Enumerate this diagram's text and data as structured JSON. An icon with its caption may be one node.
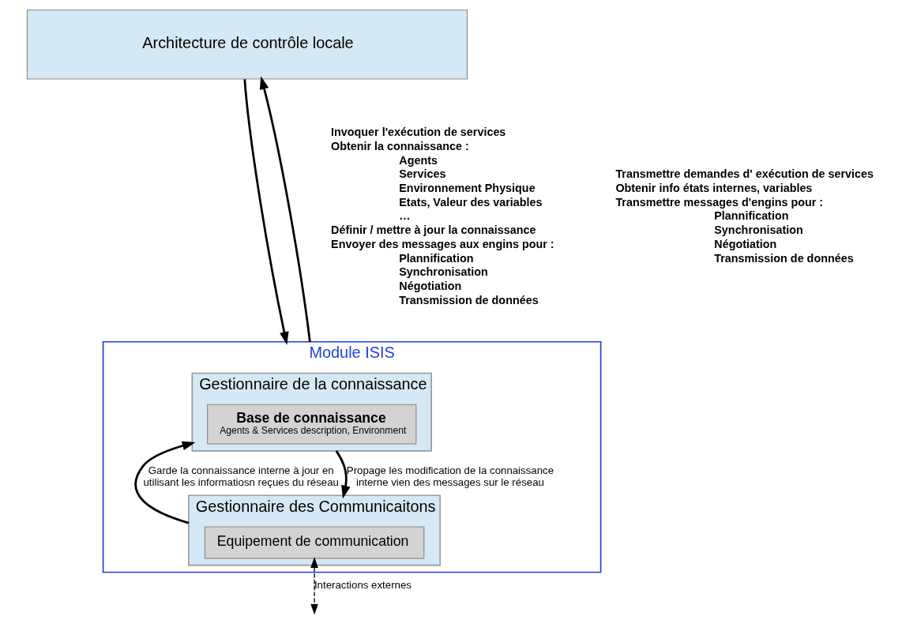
{
  "diagram": {
    "nodes": [
      {
        "text": [
          "Architecture de contrôle locale"
        ]
      },
      {
        "text": [
          "Module ISIS"
        ]
      },
      {
        "text": [
          "Gestionnaire de la connaissance"
        ],
        "in": 1
      },
      {
        "text": [
          "Base de connaissance",
          "Agents & Services description, Environment"
        ],
        "in": 2
      },
      {
        "text": [
          "Gestionnaire des Communicaitons"
        ],
        "in": 1
      },
      {
        "text": [
          "Equipement de communication"
        ],
        "in": 4
      }
    ],
    "edges": [
      {
        "from": 0,
        "to": 1,
        "arrow": "to"
      },
      {
        "from": 1,
        "to": 0,
        "arrow": "to"
      },
      {
        "from": 4,
        "to": 2,
        "arrow": "to",
        "label": "Garde la connaissance interne à jour en utilisant les informatiosn reçues du réseau"
      },
      {
        "from": 2,
        "to": 4,
        "arrow": "to",
        "label": "Propage les modification de la connaissance interne vien des messages sur le réseau"
      },
      {
        "from": 5,
        "to": null,
        "arrow": "both",
        "style": "dashed",
        "label": "Interactions externes"
      }
    ],
    "labels": [
      "Invoquer l'exécution de services",
      "Obtenir la connaissance :",
      "Agents",
      "Services",
      "Environnement Physique",
      "Etats, Valeur des variables",
      "…",
      "Définir / mettre à jour la connaissance",
      "Envoyer des messages aux engins pour :",
      "Plannification",
      "Synchronisation",
      "Négotiation",
      "Transmission de données",
      "Transmettre demandes d' exécution de services",
      "Obtenir info états internes, variables",
      "Transmettre messages d'engins pour :",
      "Plannification",
      "Synchronisation",
      "Négotiation",
      "Transmission de données"
    ]
  }
}
